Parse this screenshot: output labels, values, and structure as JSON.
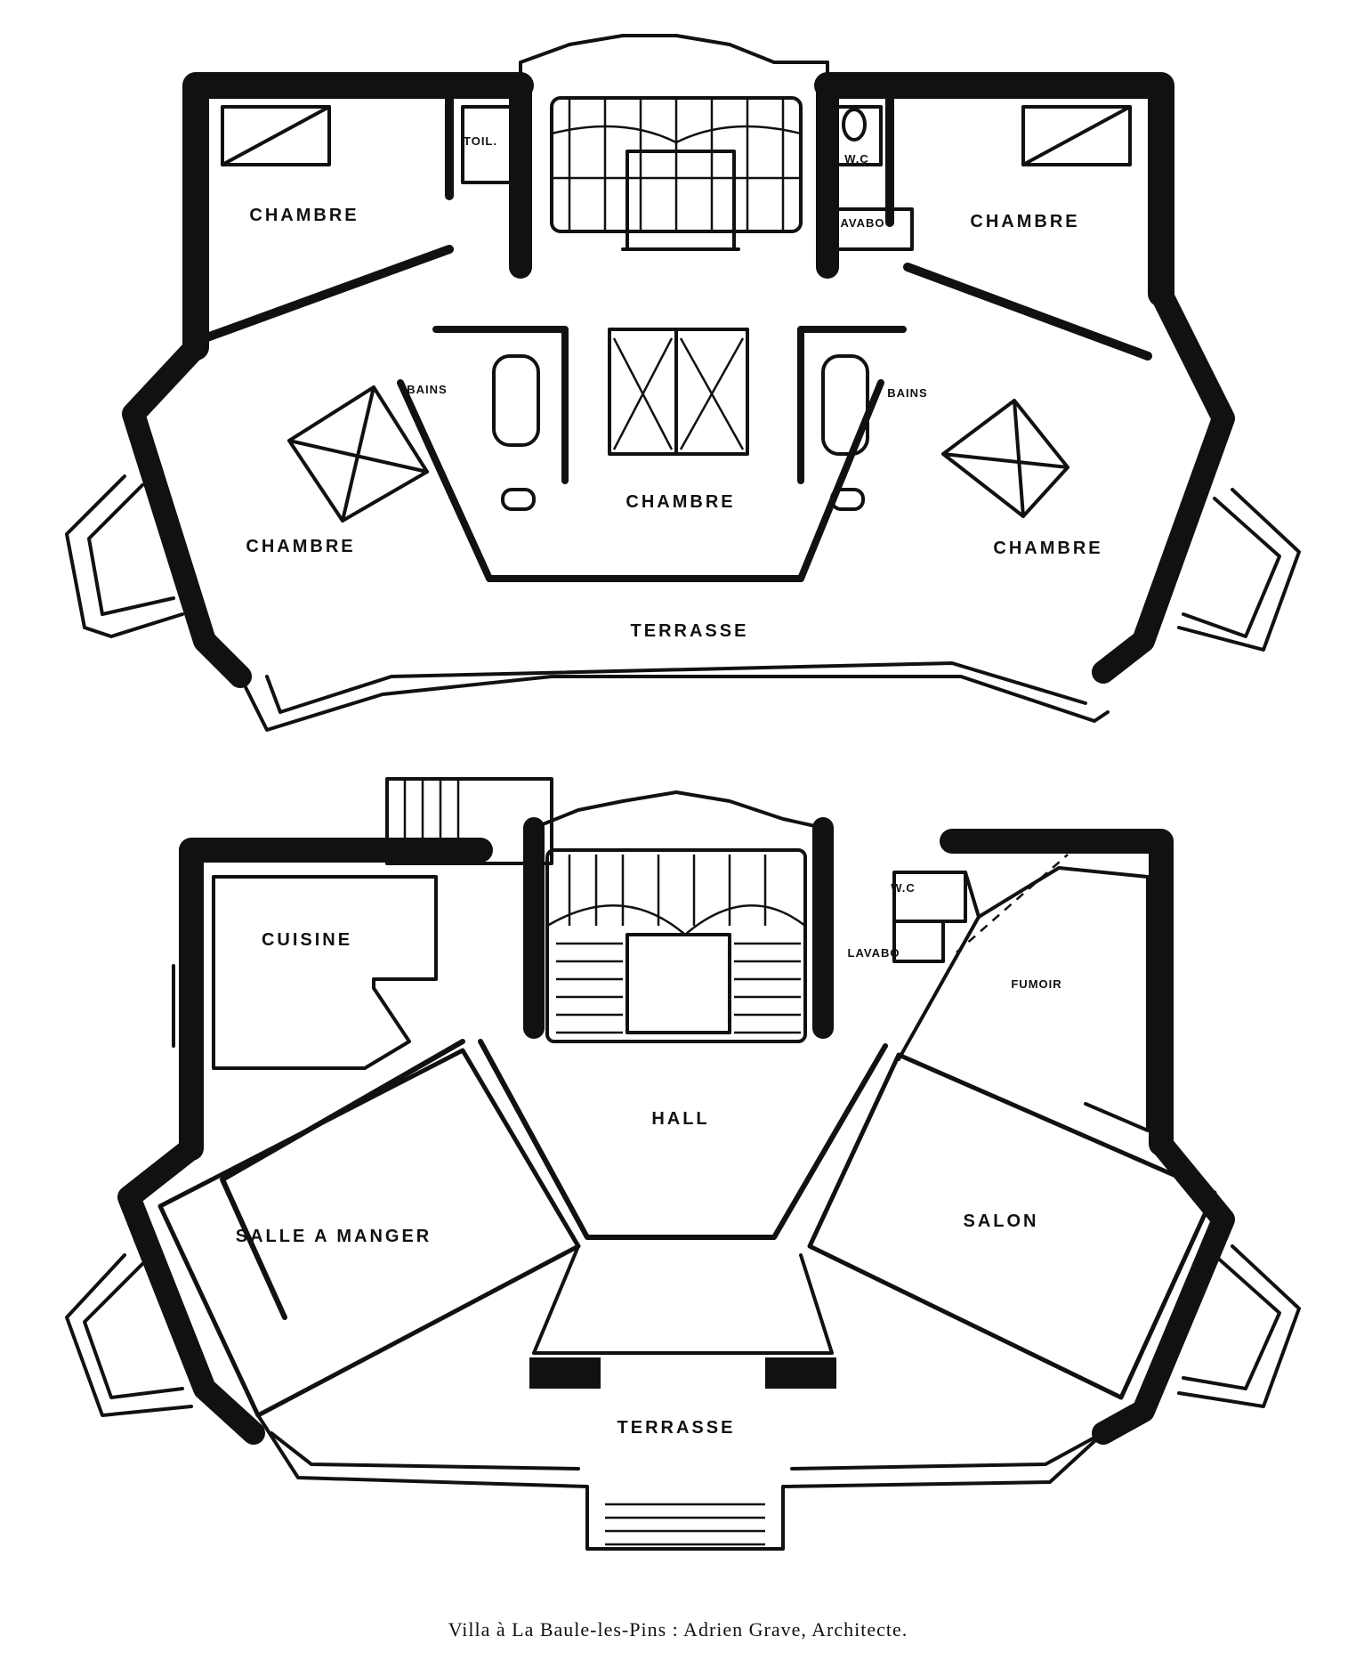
{
  "upper_floor": {
    "rooms": {
      "chambre_nw": "CHAMBRE",
      "chambre_ne": "CHAMBRE",
      "chambre_sw": "CHAMBRE",
      "chambre_center": "CHAMBRE",
      "chambre_se": "CHAMBRE",
      "bains_left": "BAINS",
      "bains_right": "BAINS",
      "toilette": "TOIL.",
      "wc": "W.C",
      "lavabo": "LAVABO",
      "terrasse": "TERRASSE"
    }
  },
  "ground_floor": {
    "rooms": {
      "cuisine": "CUISINE",
      "wc": "W.C",
      "lavabo": "LAVABO",
      "fumoir": "FUMOIR",
      "hall": "HALL",
      "salle_a_manger": "SALLE A MANGER",
      "salon": "SALON",
      "terrasse": "TERRASSE"
    }
  },
  "caption": "Villa à La Baule-les-Pins : Adrien Grave, Architecte."
}
